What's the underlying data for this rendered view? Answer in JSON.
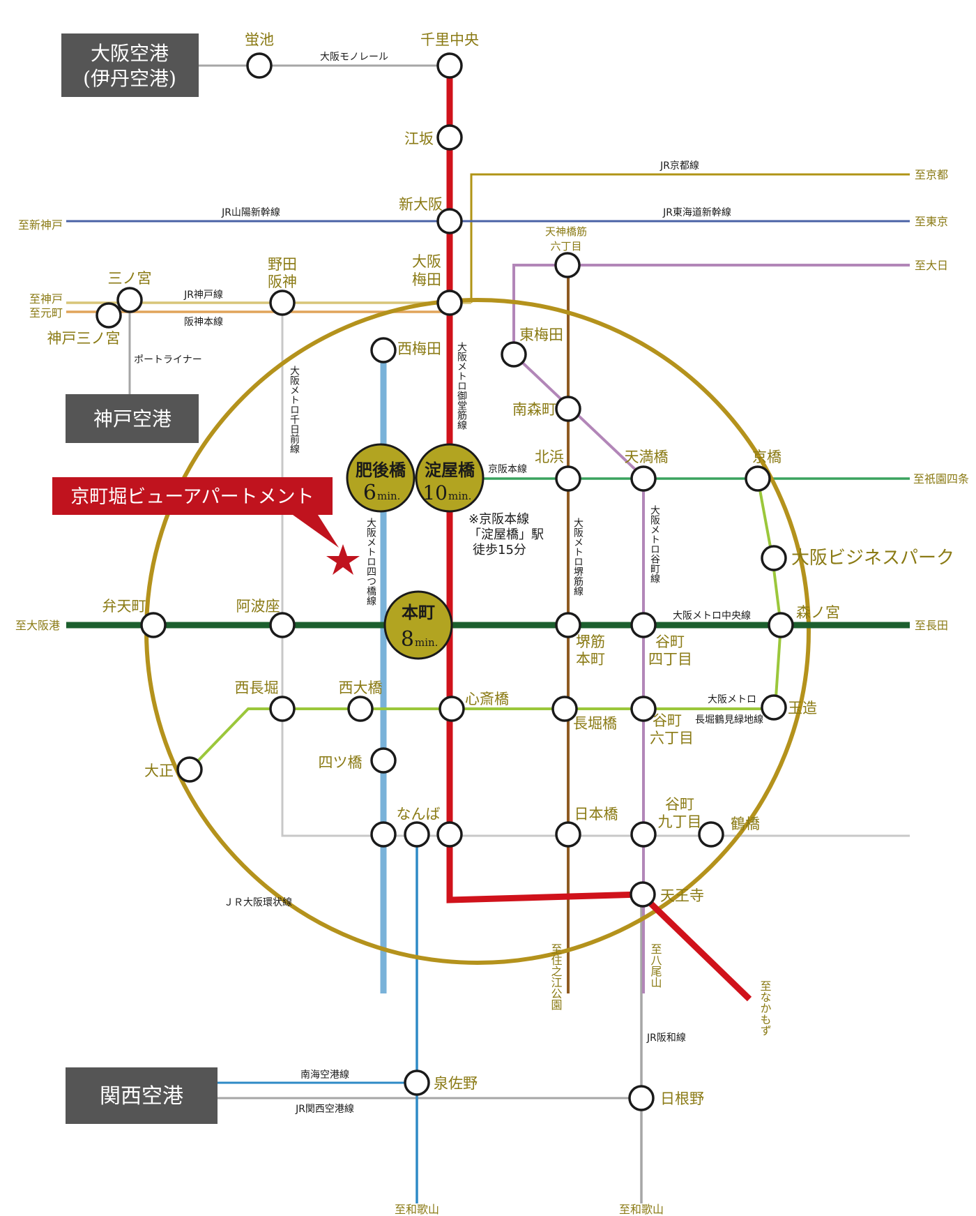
{
  "colors": {
    "jr_loop": "#b4921c",
    "midosuji": "#d0121b",
    "chuo": "#1c5f2e",
    "nagahori": "#9bc73b",
    "yotsubashi": "#79b2d9",
    "sakaisuji": "#8f5b22",
    "tanimachi": "#b286b8",
    "keihan": "#3aa35e",
    "jr_kyoto": "#b09416",
    "shinkansen": "#4a62a6",
    "hanshin": "#e0a45a",
    "sennichimae": "#c8c8c8",
    "nankai": "#2e8ac6",
    "hanwa": "#a6a6a6",
    "mono": "#a6a6a6",
    "station_text": "#8a7a14",
    "badge_fill": "#b2a421",
    "property_red": "#c0131e",
    "airport_box": "#555555"
  },
  "airports": {
    "itami_line1": "大阪空港",
    "itami_line2": "(伊丹空港)",
    "kobe": "神戸空港",
    "kansai": "関西空港"
  },
  "property": {
    "name": "京町堀ビューアパートメント"
  },
  "badges": {
    "higobashi": {
      "name": "肥後橋",
      "minutes": "6",
      "unit": "min."
    },
    "yodoyabashi": {
      "name": "淀屋橋",
      "minutes": "10",
      "unit": "min."
    },
    "honmachi": {
      "name": "本町",
      "minutes": "8",
      "unit": "min."
    }
  },
  "note": {
    "line1": "※京阪本線",
    "line2": "「淀屋橋」駅",
    "line3": "徒歩15分"
  },
  "lines": {
    "monorail": "大阪モノレール",
    "jr_kyoto": "JR京都線",
    "jr_sanyo_shinkansen": "JR山陽新幹線",
    "jr_tokaido_shinkansen": "JR東海道新幹線",
    "jr_kobe": "JR神戸線",
    "hanshin": "阪神本線",
    "port_liner": "ポートライナー",
    "sennichimae": "大阪メトロ千日前線",
    "midosuji": "大阪メトロ御堂筋線",
    "yotsubashi": "大阪メトロ四つ橋線",
    "sakaisuji": "大阪メトロ堺筋線",
    "tanimachi": "大阪メトロ谷町線",
    "keihan": "京阪本線",
    "chuo": "大阪メトロ中央線",
    "nagahori_1": "大阪メトロ",
    "nagahori_2": "長堀鶴見緑地線",
    "loop": "ＪＲ大阪環状線",
    "hanwa": "JR阪和線",
    "nankai": "南海空港線",
    "jr_kansai": "JR関西空港線"
  },
  "destinations": {
    "kyoto": "至京都",
    "tokyo": "至東京",
    "shinkobe": "至新神戸",
    "dainichi": "至大日",
    "kobe": "至神戸",
    "motomachi": "至元町",
    "gion": "至祇園四条",
    "osakako": "至大阪港",
    "nagata": "至長田",
    "suminoe": "至住之江公園",
    "yao": "至八尾山",
    "nakamozu": "至なかもず",
    "wakayama1": "至和歌山",
    "wakayama2": "至和歌山"
  },
  "stations": {
    "hotarugaike": "蛍池",
    "senrichuo": "千里中央",
    "esaka": "江坂",
    "shinosaka": "新大阪",
    "umeda_1": "大阪",
    "umeda_2": "梅田",
    "tenjin_1": "天神橋筋",
    "tenjin_2": "六丁目",
    "sannomiya": "三ノ宮",
    "kobesannomiya": "神戸三ノ宮",
    "noda_1": "野田",
    "noda_2": "阪神",
    "nishiumeda": "西梅田",
    "higashiumeda": "東梅田",
    "minamimorimachi": "南森町",
    "kitahama": "北浜",
    "tenmabashi": "天満橋",
    "kyobashi": "京橋",
    "obp": "大阪ビジネスパーク",
    "bentencho": "弁天町",
    "awaza": "阿波座",
    "morinomiya": "森ノ宮",
    "sakaisuji_honmachi_1": "堺筋",
    "sakaisuji_honmachi_2": "本町",
    "tanimachi4_1": "谷町",
    "tanimachi4_2": "四丁目",
    "nishinagahori": "西長堀",
    "nishiohashi": "西大橋",
    "shinsaibashi": "心斎橋",
    "nagahoribashi": "長堀橋",
    "tanimachi6_1": "谷町",
    "tanimachi6_2": "六丁目",
    "tamatsukuri": "玉造",
    "taisho": "大正",
    "yotsubashi": "四ツ橋",
    "namba": "なんば",
    "nipponbashi": "日本橋",
    "tanimachi9_1": "谷町",
    "tanimachi9_2": "九丁目",
    "tsuruhashi": "鶴橋",
    "tennoji": "天王寺",
    "izumisano": "泉佐野",
    "hineno": "日根野"
  }
}
